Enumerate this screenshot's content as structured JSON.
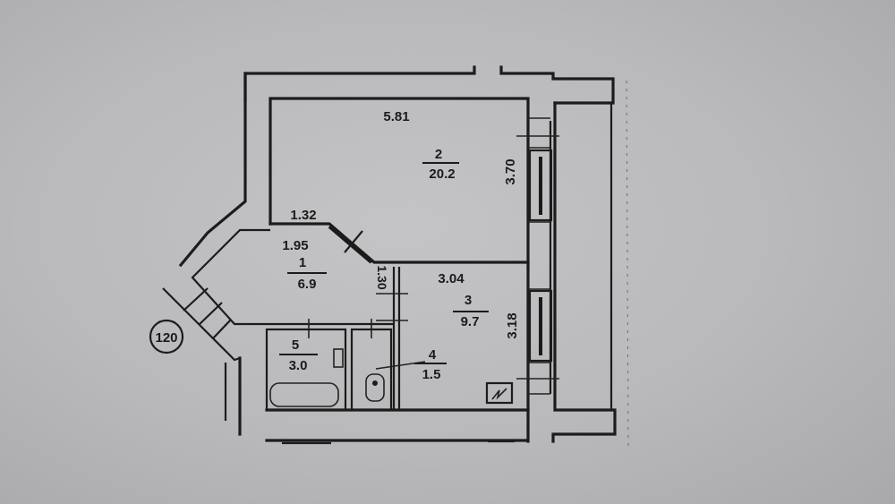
{
  "diagram": {
    "type": "apartment floor plan",
    "rooms": [
      {
        "number": "1",
        "area": "6.9",
        "width_dim": "1.95",
        "side_dim": "1.32",
        "depth_dim": "1.30"
      },
      {
        "number": "2",
        "area": "20.2",
        "width_dim": "5.81",
        "depth_dim": "3.70"
      },
      {
        "number": "3",
        "area": "9.7",
        "width_dim": "3.04",
        "depth_dim": "3.18"
      },
      {
        "number": "4",
        "area": "1.5"
      },
      {
        "number": "5",
        "area": "3.0"
      }
    ],
    "apartment_marker": "120",
    "fixtures": [
      "bathtub",
      "sink",
      "toilet",
      "stove"
    ],
    "colors": {
      "ink": "#1c1c1c",
      "paper": "#c0c0c2"
    }
  }
}
